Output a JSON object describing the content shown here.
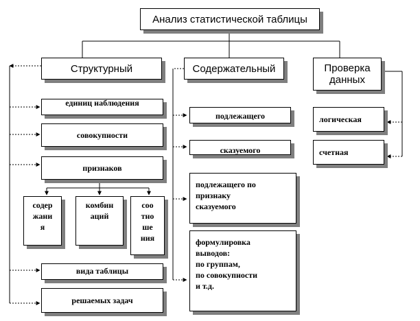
{
  "title": "Анализ статистической таблицы",
  "columns": {
    "structural": {
      "label": "Структурный",
      "items": [
        "единиц наблюдения",
        "совокупности",
        "признаков",
        "вида таблицы",
        "решаемых задач"
      ],
      "sub_items": [
        "содер\nжани\nя",
        "комбин\nаций",
        "соо\nтно\nше\nния"
      ]
    },
    "content": {
      "label": "Содержательный",
      "items": [
        "подлежащего",
        "сказуемого",
        "подлежащего по\nпризнаку\nсказуемого",
        "формулировка\nвыводов:\nпо группам,\nпо совокупности\nи т.д."
      ]
    },
    "check": {
      "label": "Проверка\nданных",
      "items": [
        "логическая",
        "счетная"
      ]
    }
  }
}
